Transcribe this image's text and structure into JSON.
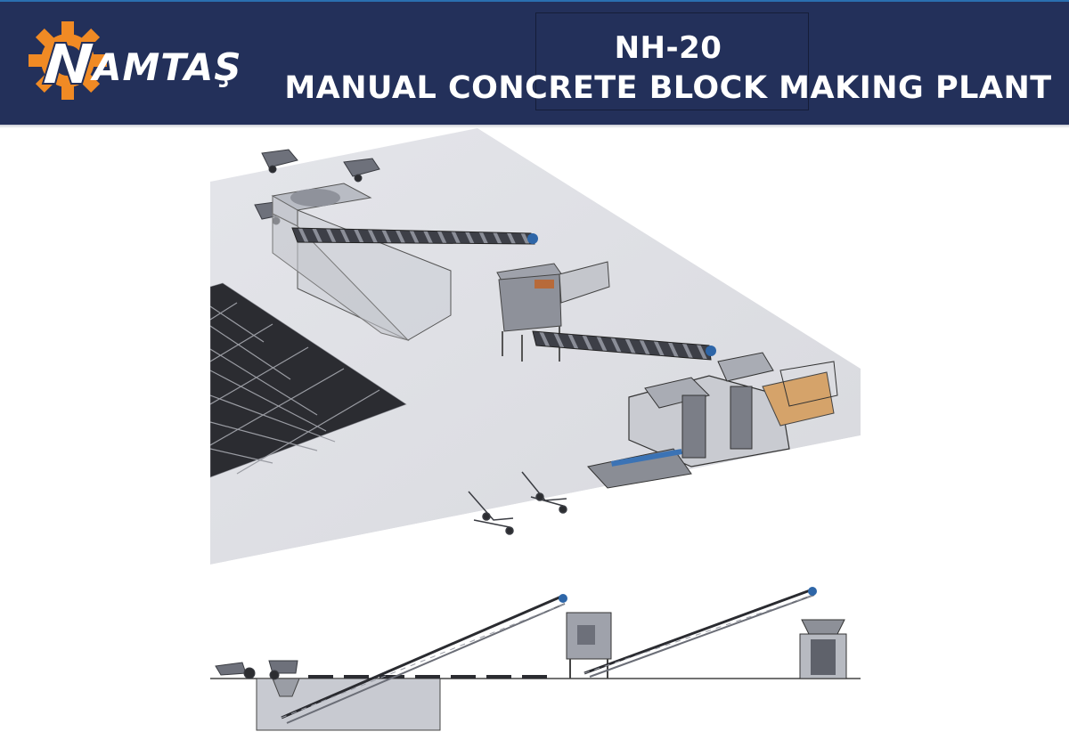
{
  "brand": {
    "name": "NAMTAŞ",
    "logo_color": "#f08a24",
    "header_color": "#23305a"
  },
  "title": {
    "line1": "NH-20",
    "line2": "MANUAL CONCRETE BLOCK MAKING PLANT"
  },
  "diagram": {
    "views": [
      "isometric-plant-layout",
      "side-elevation"
    ],
    "equipment": [
      "wheelbarrows",
      "aggregate-hopper-pit",
      "inclined-belt-conveyor",
      "concrete-mixer",
      "mixer-feed-conveyor",
      "block-making-machine",
      "pallet-trolleys",
      "block-pallet-grid"
    ]
  }
}
